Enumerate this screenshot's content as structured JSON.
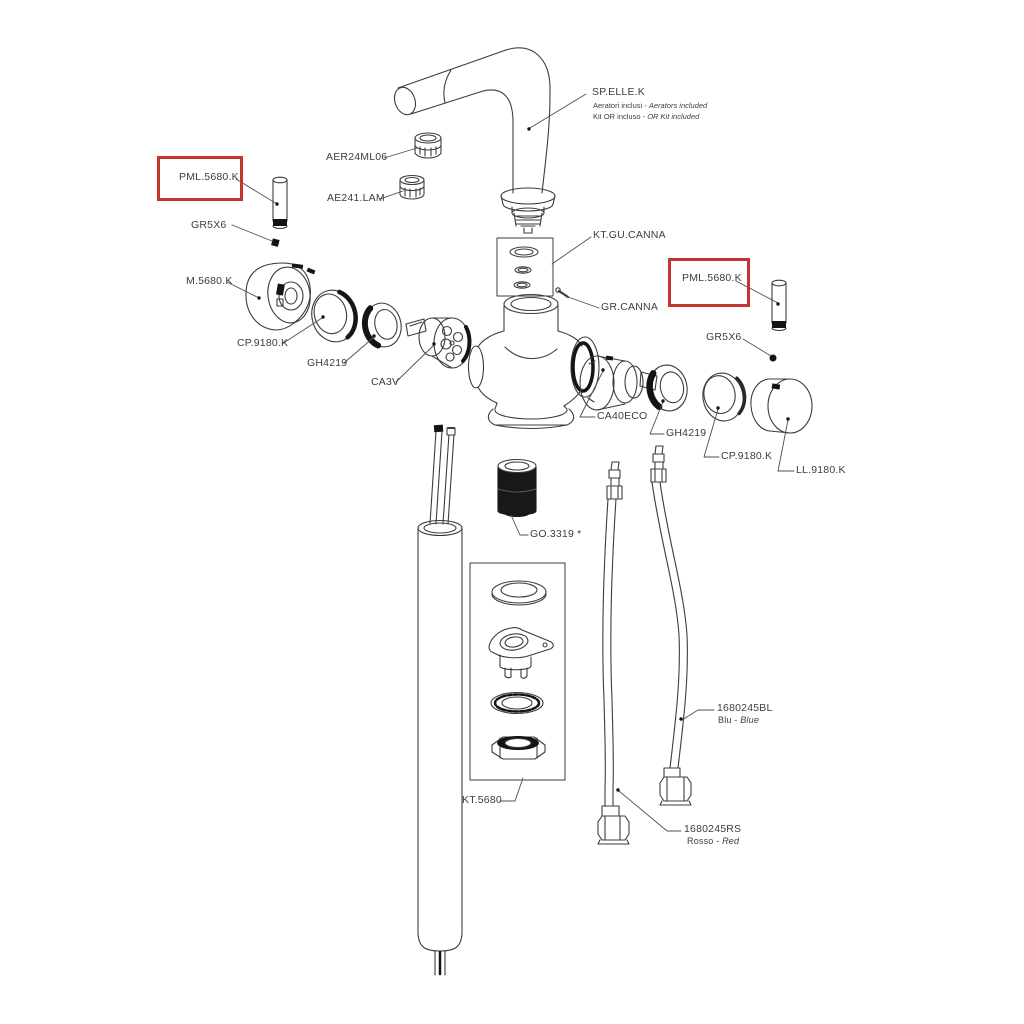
{
  "diagram": {
    "colors": {
      "highlight_box": "#c5342f",
      "line_art": "#3c3c3c",
      "label_text": "#3d3d3d",
      "background": "#ffffff"
    },
    "callouts": {
      "sp_elle_k": {
        "label": "SP.ELLE.K",
        "note1_it": "Aeratori inclusi - ",
        "note1_en": "Aerators included",
        "note2_it": "Kit OR incluso - ",
        "note2_en": "OR Kit included"
      },
      "aer24ml06": {
        "label": "AER24ML06"
      },
      "ae241_lam": {
        "label": "AE241.LAM"
      },
      "pml_5680_left": {
        "label": "PML.5680.K",
        "highlighted": true
      },
      "gr5x6_left": {
        "label": "GR5X6"
      },
      "m_5680": {
        "label": "M.5680.K"
      },
      "cp_9180_left": {
        "label": "CP.9180.K"
      },
      "gh4219_left": {
        "label": "GH4219"
      },
      "ca3v": {
        "label": "CA3V"
      },
      "kt_gu_canna": {
        "label": "KT.GU.CANNA"
      },
      "gr_canna": {
        "label": "GR.CANNA"
      },
      "pml_5680_right": {
        "label": "PML.5680.K",
        "highlighted": true
      },
      "gr5x6_right": {
        "label": "GR5X6"
      },
      "ca40eco": {
        "label": "CA40ECO"
      },
      "gh4219_right": {
        "label": "GH4219"
      },
      "cp_9180_right": {
        "label": "CP.9180.K"
      },
      "ll_9180": {
        "label": "LL.9180.K"
      },
      "go_3319": {
        "label": "GO.3319 *"
      },
      "kt_5680": {
        "label": "KT.5680"
      },
      "hose_blue": {
        "label": "1680245BL",
        "color_it": "Blu - ",
        "color_en": "Blue"
      },
      "hose_red": {
        "label": "1680245RS",
        "color_it": "Rosso - ",
        "color_en": "Red"
      }
    }
  }
}
